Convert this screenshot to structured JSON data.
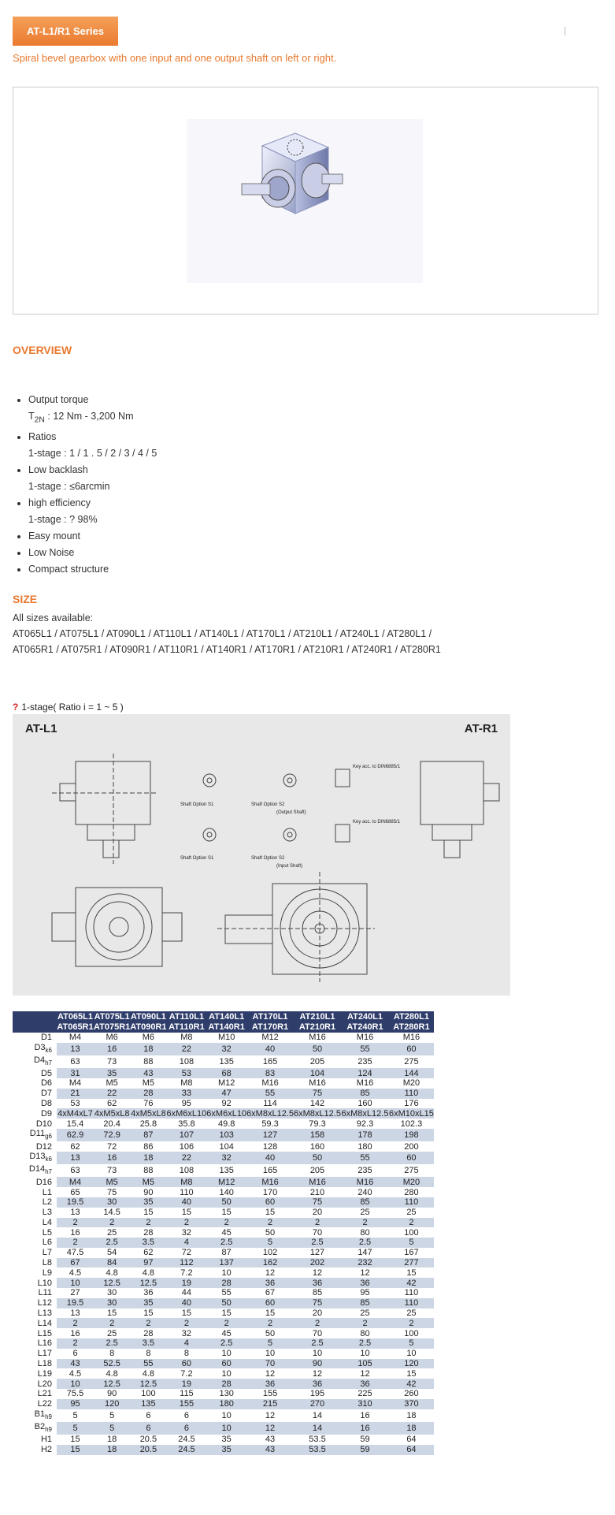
{
  "header": {
    "series_badge": "AT-L1/R1 Series",
    "subtitle": "Spiral bevel gearbox with one input and one output shaft on left or right."
  },
  "overview": {
    "title": "OVERVIEW",
    "items": [
      {
        "label": "Output torque",
        "sub_prefix": "T",
        "sub_index": "2N",
        "sub": " : 12 Nm - 3,200 Nm"
      },
      {
        "label": "Ratios",
        "sub": "1-stage : 1 / 1 . 5 / 2 / 3 / 4 / 5"
      },
      {
        "label": "Low backlash",
        "sub": "1-stage : ≤6arcmin"
      },
      {
        "label": "high efficiency",
        "sub": "1-stage : ? 98%"
      },
      {
        "label": "Easy mount"
      },
      {
        "label": "Low Noise"
      },
      {
        "label": "Compact structure"
      }
    ]
  },
  "size": {
    "title": "SIZE",
    "line1": "All sizes available:",
    "line2": "AT065L1 / AT075L1 / AT090L1 / AT110L1 / AT140L1 / AT170L1 / AT210L1 / AT240L1 / AT280L1 /",
    "line3": "AT065R1 / AT075R1 / AT090R1 / AT110R1 / AT140R1 / AT170R1 / AT210R1 / AT240R1 / AT280R1"
  },
  "stage": {
    "marker": "?",
    "label": "1-stage( Ratio i = 1 ~ 5 )"
  },
  "drawing": {
    "left_title": "AT-L1",
    "right_title": "AT-R1",
    "key_note": "Key acc. to DIN6885/1",
    "shaft_option_s1": "Shaft Option S1",
    "shaft_option_s2": "Shaft Option S2",
    "output_shaft": "(Output Shaft)",
    "input_shaft": "(Input Shaft)"
  },
  "table": {
    "columns": [
      [
        "AT065L1",
        "AT065R1"
      ],
      [
        "AT075L1",
        "AT075R1"
      ],
      [
        "AT090L1",
        "AT090R1"
      ],
      [
        "AT110L1",
        "AT110R1"
      ],
      [
        "AT140L1",
        "AT140R1"
      ],
      [
        "AT170L1",
        "AT170R1"
      ],
      [
        "AT210L1",
        "AT210R1"
      ],
      [
        "AT240L1",
        "AT240R1"
      ],
      [
        "AT280L1",
        "AT280R1"
      ]
    ],
    "rows": [
      {
        "label": "D1",
        "sub": "",
        "values": [
          "M4",
          "M6",
          "M6",
          "M8",
          "M10",
          "M12",
          "M16",
          "M16",
          "M16"
        ]
      },
      {
        "label": "D3",
        "sub": "k6",
        "values": [
          "13",
          "16",
          "18",
          "22",
          "32",
          "40",
          "50",
          "55",
          "60"
        ]
      },
      {
        "label": "D4",
        "sub": "h7",
        "values": [
          "63",
          "73",
          "88",
          "108",
          "135",
          "165",
          "205",
          "235",
          "275"
        ]
      },
      {
        "label": "D5",
        "sub": "",
        "values": [
          "31",
          "35",
          "43",
          "53",
          "68",
          "83",
          "104",
          "124",
          "144"
        ]
      },
      {
        "label": "D6",
        "sub": "",
        "values": [
          "M4",
          "M5",
          "M5",
          "M8",
          "M12",
          "M16",
          "M16",
          "M16",
          "M20"
        ]
      },
      {
        "label": "D7",
        "sub": "",
        "values": [
          "21",
          "22",
          "28",
          "33",
          "47",
          "55",
          "75",
          "85",
          "110"
        ]
      },
      {
        "label": "D8",
        "sub": "",
        "values": [
          "53",
          "62",
          "76",
          "95",
          "92",
          "114",
          "142",
          "160",
          "176"
        ]
      },
      {
        "label": "D9",
        "sub": "",
        "values": [
          "4xM4xL7",
          "4xM5xL8",
          "4xM5xL8",
          "6xM6xL10",
          "6xM6xL10",
          "6xM8xL12.5",
          "6xM8xL12.5",
          "6xM8xL12.5",
          "6xM10xL15"
        ]
      },
      {
        "label": "D10",
        "sub": "",
        "values": [
          "15.4",
          "20.4",
          "25.8",
          "35.8",
          "49.8",
          "59.3",
          "79.3",
          "92.3",
          "102.3"
        ]
      },
      {
        "label": "D11",
        "sub": "g6",
        "values": [
          "62.9",
          "72.9",
          "87",
          "107",
          "103",
          "127",
          "158",
          "178",
          "198"
        ]
      },
      {
        "label": "D12",
        "sub": "",
        "values": [
          "62",
          "72",
          "86",
          "106",
          "104",
          "128",
          "160",
          "180",
          "200"
        ]
      },
      {
        "label": "D13",
        "sub": "k6",
        "values": [
          "13",
          "16",
          "18",
          "22",
          "32",
          "40",
          "50",
          "55",
          "60"
        ]
      },
      {
        "label": "D14",
        "sub": "h7",
        "values": [
          "63",
          "73",
          "88",
          "108",
          "135",
          "165",
          "205",
          "235",
          "275"
        ]
      },
      {
        "label": "D16",
        "sub": "",
        "values": [
          "M4",
          "M5",
          "M5",
          "M8",
          "M12",
          "M16",
          "M16",
          "M16",
          "M20"
        ]
      },
      {
        "label": "L1",
        "sub": "",
        "values": [
          "65",
          "75",
          "90",
          "110",
          "140",
          "170",
          "210",
          "240",
          "280"
        ]
      },
      {
        "label": "L2",
        "sub": "",
        "values": [
          "19.5",
          "30",
          "35",
          "40",
          "50",
          "60",
          "75",
          "85",
          "110"
        ]
      },
      {
        "label": "L3",
        "sub": "",
        "values": [
          "13",
          "14.5",
          "15",
          "15",
          "15",
          "15",
          "20",
          "25",
          "25"
        ]
      },
      {
        "label": "L4",
        "sub": "",
        "values": [
          "2",
          "2",
          "2",
          "2",
          "2",
          "2",
          "2",
          "2",
          "2"
        ]
      },
      {
        "label": "L5",
        "sub": "",
        "values": [
          "16",
          "25",
          "28",
          "32",
          "45",
          "50",
          "70",
          "80",
          "100"
        ]
      },
      {
        "label": "L6",
        "sub": "",
        "values": [
          "2",
          "2.5",
          "3.5",
          "4",
          "2.5",
          "5",
          "2.5",
          "2.5",
          "5"
        ]
      },
      {
        "label": "L7",
        "sub": "",
        "values": [
          "47.5",
          "54",
          "62",
          "72",
          "87",
          "102",
          "127",
          "147",
          "167"
        ]
      },
      {
        "label": "L8",
        "sub": "",
        "values": [
          "67",
          "84",
          "97",
          "112",
          "137",
          "162",
          "202",
          "232",
          "277"
        ]
      },
      {
        "label": "L9",
        "sub": "",
        "values": [
          "4.5",
          "4.8",
          "4.8",
          "7.2",
          "10",
          "12",
          "12",
          "12",
          "15"
        ]
      },
      {
        "label": "L10",
        "sub": "",
        "values": [
          "10",
          "12.5",
          "12.5",
          "19",
          "28",
          "36",
          "36",
          "36",
          "42"
        ]
      },
      {
        "label": "L11",
        "sub": "",
        "values": [
          "27",
          "30",
          "36",
          "44",
          "55",
          "67",
          "85",
          "95",
          "110"
        ]
      },
      {
        "label": "L12",
        "sub": "",
        "values": [
          "19.5",
          "30",
          "35",
          "40",
          "50",
          "60",
          "75",
          "85",
          "110"
        ]
      },
      {
        "label": "L13",
        "sub": "",
        "values": [
          "13",
          "15",
          "15",
          "15",
          "15",
          "15",
          "20",
          "25",
          "25"
        ]
      },
      {
        "label": "L14",
        "sub": "",
        "values": [
          "2",
          "2",
          "2",
          "2",
          "2",
          "2",
          "2",
          "2",
          "2"
        ]
      },
      {
        "label": "L15",
        "sub": "",
        "values": [
          "16",
          "25",
          "28",
          "32",
          "45",
          "50",
          "70",
          "80",
          "100"
        ]
      },
      {
        "label": "L16",
        "sub": "",
        "values": [
          "2",
          "2.5",
          "3.5",
          "4",
          "2.5",
          "5",
          "2.5",
          "2.5",
          "5"
        ]
      },
      {
        "label": "L17",
        "sub": "",
        "values": [
          "6",
          "8",
          "8",
          "8",
          "10",
          "10",
          "10",
          "10",
          "10"
        ]
      },
      {
        "label": "L18",
        "sub": "",
        "values": [
          "43",
          "52.5",
          "55",
          "60",
          "60",
          "70",
          "90",
          "105",
          "120"
        ]
      },
      {
        "label": "L19",
        "sub": "",
        "values": [
          "4.5",
          "4.8",
          "4.8",
          "7.2",
          "10",
          "12",
          "12",
          "12",
          "15"
        ]
      },
      {
        "label": "L20",
        "sub": "",
        "values": [
          "10",
          "12.5",
          "12.5",
          "19",
          "28",
          "36",
          "36",
          "36",
          "42"
        ]
      },
      {
        "label": "L21",
        "sub": "",
        "values": [
          "75.5",
          "90",
          "100",
          "115",
          "130",
          "155",
          "195",
          "225",
          "260"
        ]
      },
      {
        "label": "L22",
        "sub": "",
        "values": [
          "95",
          "120",
          "135",
          "155",
          "180",
          "215",
          "270",
          "310",
          "370"
        ]
      },
      {
        "label": "B1",
        "sub": "h9",
        "values": [
          "5",
          "5",
          "6",
          "6",
          "10",
          "12",
          "14",
          "16",
          "18"
        ]
      },
      {
        "label": "B2",
        "sub": "h9",
        "values": [
          "5",
          "5",
          "6",
          "6",
          "10",
          "12",
          "14",
          "16",
          "18"
        ]
      },
      {
        "label": "H1",
        "sub": "",
        "values": [
          "15",
          "18",
          "20.5",
          "24.5",
          "35",
          "43",
          "53.5",
          "59",
          "64"
        ]
      },
      {
        "label": "H2",
        "sub": "",
        "values": [
          "15",
          "18",
          "20.5",
          "24.5",
          "35",
          "43",
          "53.5",
          "59",
          "64"
        ]
      }
    ]
  }
}
